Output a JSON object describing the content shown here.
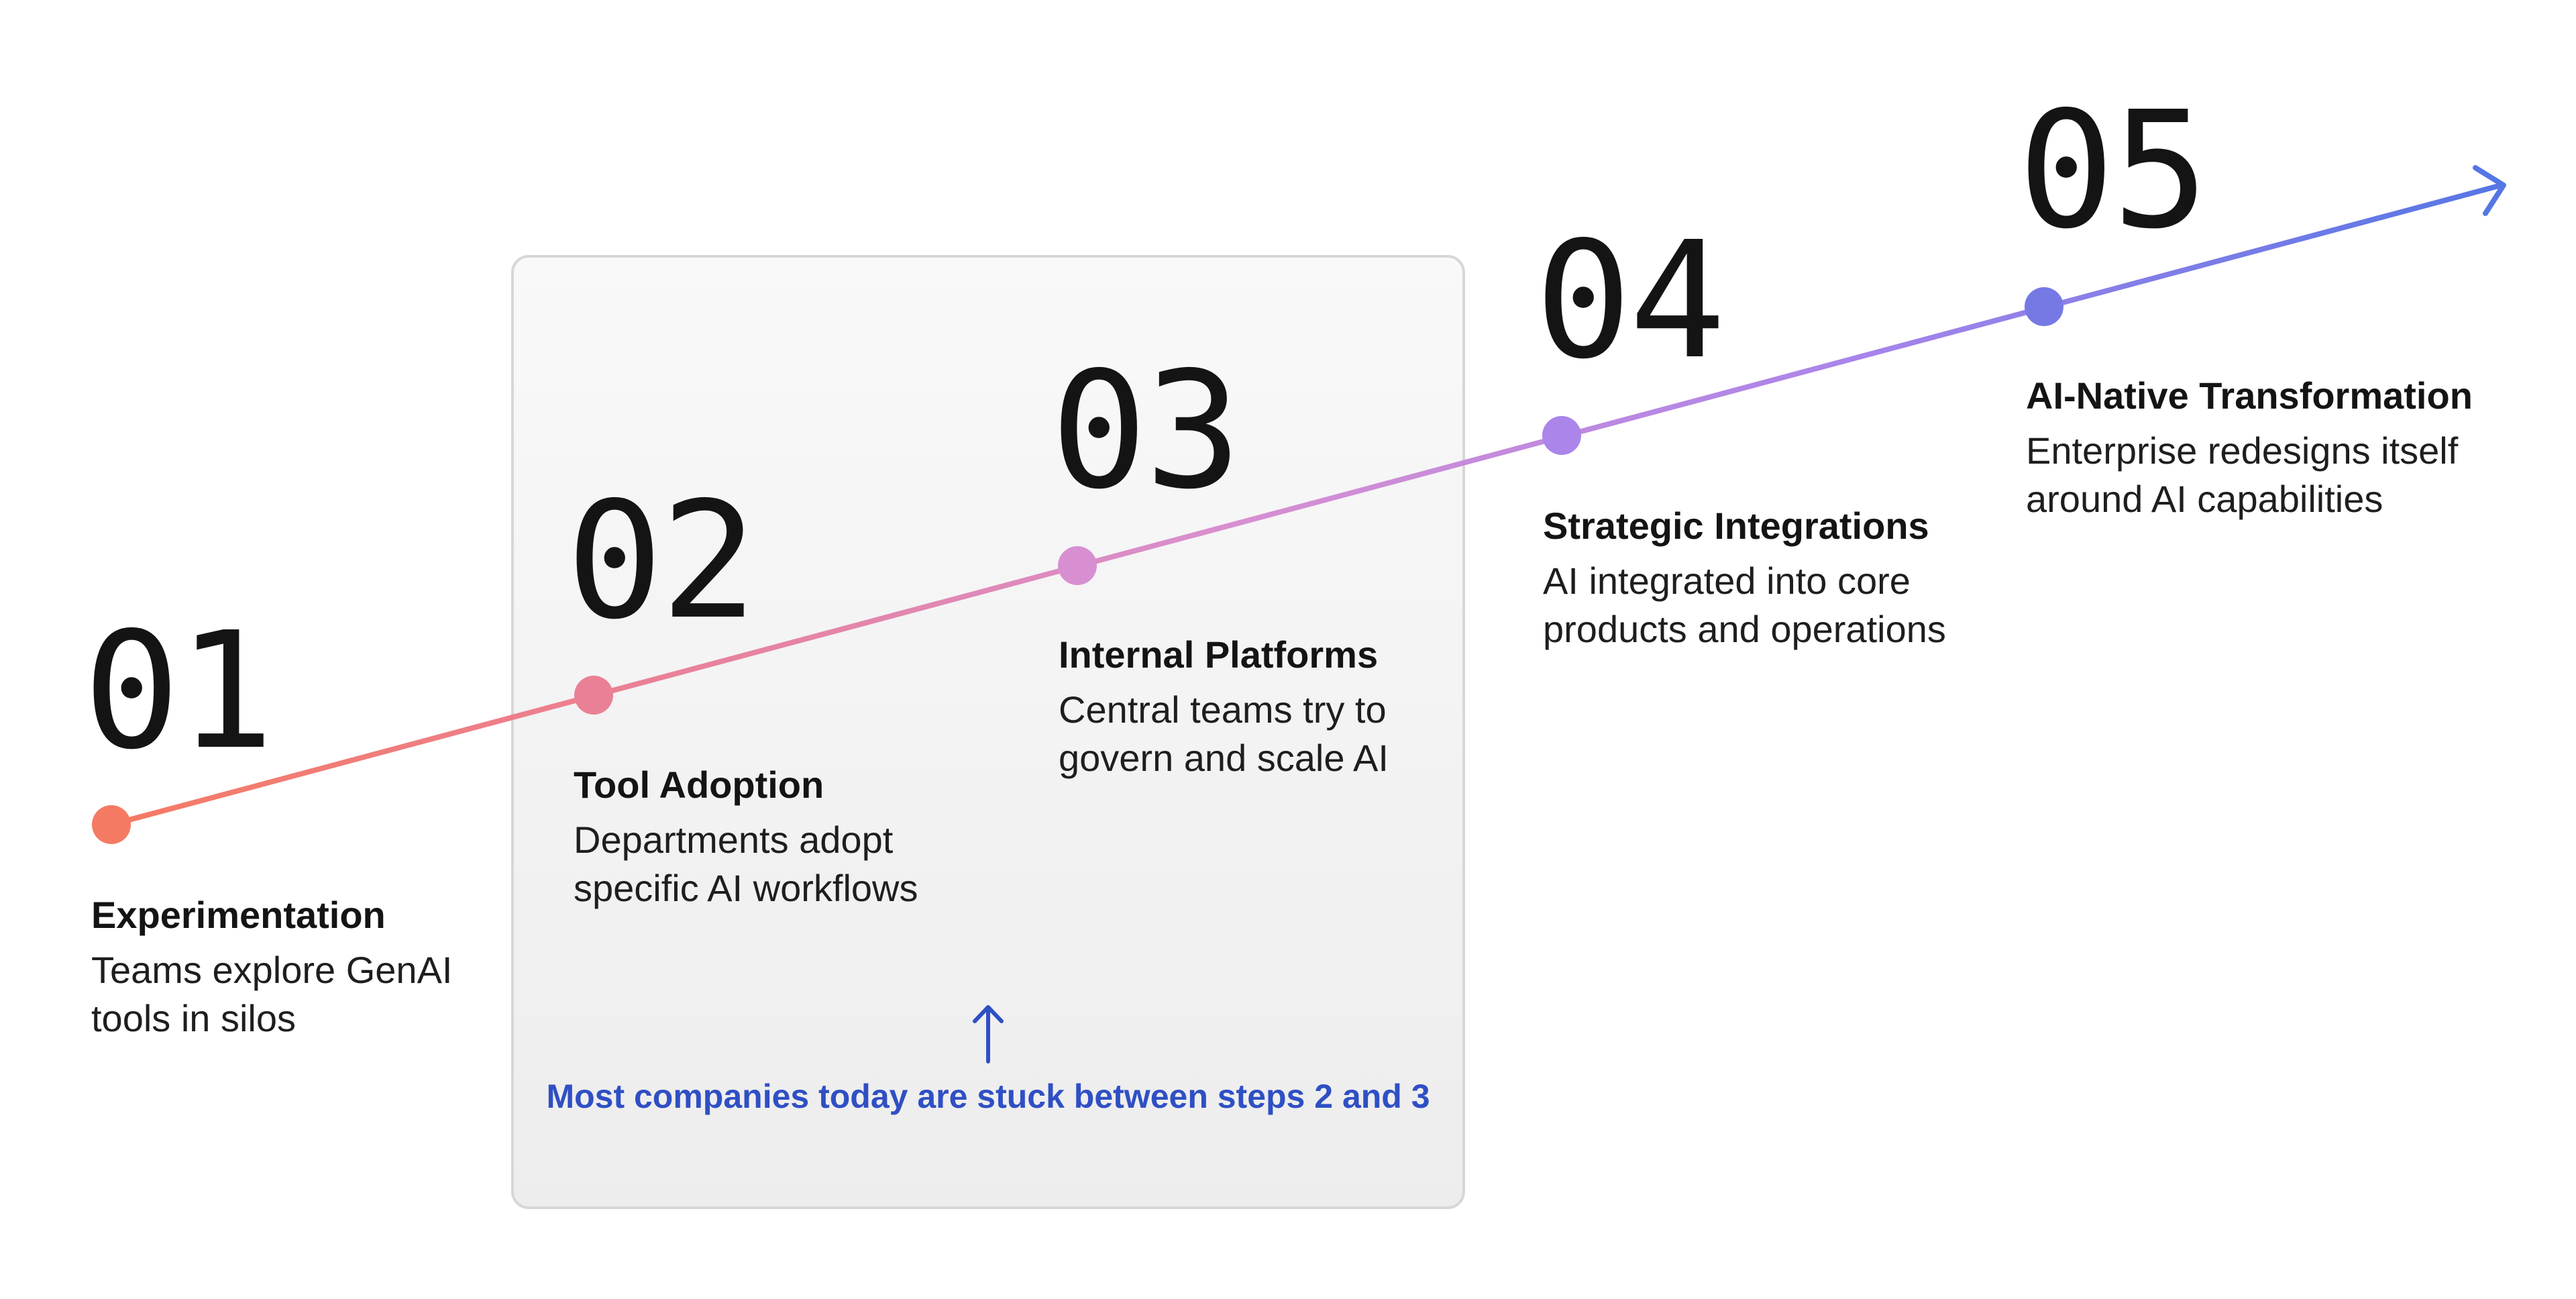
{
  "colors": {
    "step1": "#f57a63",
    "step2": "#ea8095",
    "step3": "#d88fd1",
    "step4": "#ab85ea",
    "step5": "#7679e4",
    "arrow_end": "#5576e4",
    "callout_text": "#2f4fc4"
  },
  "steps": [
    {
      "number": "01",
      "title": "Experimentation",
      "description": "Teams explore GenAI tools in silos"
    },
    {
      "number": "02",
      "title": "Tool Adoption",
      "description": "Departments adopt specific AI workflows"
    },
    {
      "number": "03",
      "title": "Internal Platforms",
      "description": "Central teams try to govern and scale AI"
    },
    {
      "number": "04",
      "title": "Strategic Integrations",
      "description": "AI integrated into core products and operations"
    },
    {
      "number": "05",
      "title": "AI-Native Transformation",
      "description": "Enterprise redesigns itself around AI capabilities"
    }
  ],
  "callout": {
    "text": "Most companies today are stuck between steps 2 and 3",
    "icon": "arrow-up-icon"
  },
  "timeline": {
    "end_icon": "arrow-right-icon"
  }
}
